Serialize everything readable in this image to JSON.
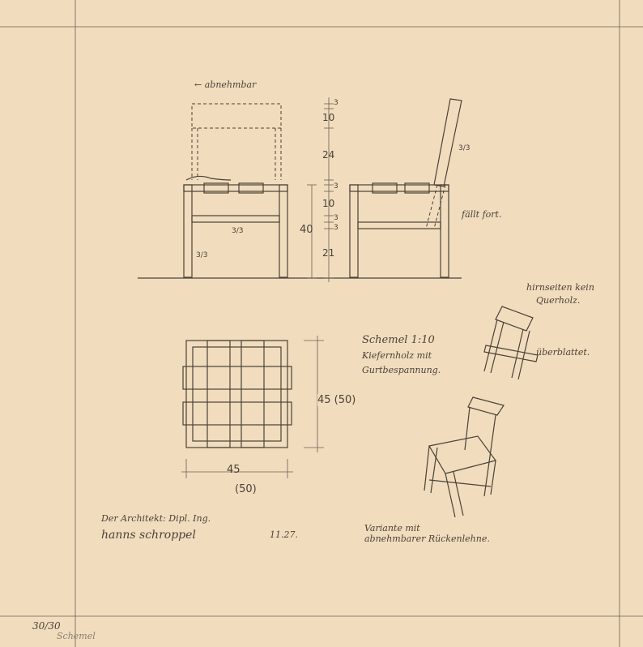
{
  "labels": {
    "abnehmbar": "← abnehmbar",
    "faellt_fort": "fällt fort.",
    "hirnseiten": "hirnseiten kein",
    "querholz": "Querholz.",
    "ueberblattet": "überblattet.",
    "title1": "Schemel 1:10",
    "title2": "Kiefernholz mit",
    "title3": "Gurtbespannung.",
    "variante1": "Variante mit",
    "variante2": "abnehmbarer Rückenlehne.",
    "architekt": "Der Architekt: Dipl. Ing.",
    "signature": "hanns schroppel",
    "date": "11.27.",
    "inventory": "30/30",
    "inventory2": "Schemel"
  },
  "dims": {
    "d3a": "3",
    "d10a": "10",
    "d24": "24",
    "d3b": "3",
    "d10b": "10",
    "d3c": "3",
    "d3d": "3",
    "d21": "21",
    "d40": "40",
    "d33a": "3/3",
    "d33b": "3/3",
    "d33c": "3/3",
    "w45": "45",
    "w50": "(50)",
    "h45": "45 (50)"
  }
}
